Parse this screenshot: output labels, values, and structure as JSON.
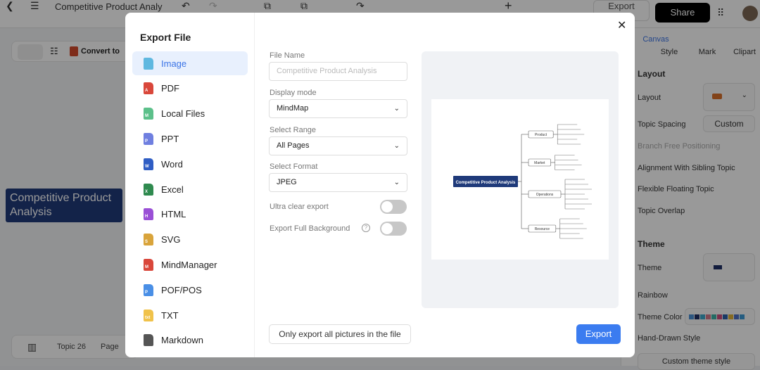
{
  "topbar": {
    "title": "Competitive Product Analy",
    "export_label": "Export",
    "share_label": "Share"
  },
  "toolbar": {
    "convert_label": "Convert to"
  },
  "canvas": {
    "central_topic": "Competitive Product Analysis"
  },
  "bottombar": {
    "topic_count": "Topic 26",
    "page_label": "Page"
  },
  "right_panel": {
    "tabs": [
      {
        "label": "Canvas"
      },
      {
        "label": "Style"
      },
      {
        "label": "Mark"
      },
      {
        "label": "Clipart"
      }
    ],
    "layout_heading": "Layout",
    "layout_label": "Layout",
    "topic_spacing_label": "Topic Spacing",
    "custom_label": "Custom",
    "branch_free": "Branch Free Positioning",
    "alignment": "Alignment With Sibling Topic",
    "flexible": "Flexible Floating Topic",
    "overlap": "Topic Overlap",
    "theme_heading": "Theme",
    "theme_label": "Theme",
    "rainbow_label": "Rainbow",
    "theme_color_label": "Theme Color",
    "hand_drawn": "Hand-Drawn Style",
    "custom_theme": "Custom theme style",
    "theme_colors": [
      "#4a8fd6",
      "#1e2f66",
      "#3aa7c9",
      "#d27a8a",
      "#3bb3a6",
      "#c94d7d",
      "#2a5fa8",
      "#e0b23a",
      "#4e6fc4",
      "#3c9ad6"
    ]
  },
  "dialog": {
    "title": "Export File",
    "formats": [
      {
        "label": "Image",
        "color": "#5fb8e0",
        "letter": ""
      },
      {
        "label": "PDF",
        "color": "#d9473b",
        "letter": "A"
      },
      {
        "label": "Local Files",
        "color": "#5cc08a",
        "letter": "M"
      },
      {
        "label": "PPT",
        "color": "#6f7fe0",
        "letter": "P"
      },
      {
        "label": "Word",
        "color": "#2f5dc4",
        "letter": "W"
      },
      {
        "label": "Excel",
        "color": "#2f8a4f",
        "letter": "X"
      },
      {
        "label": "HTML",
        "color": "#9a4fd6",
        "letter": "H"
      },
      {
        "label": "SVG",
        "color": "#d9a43b",
        "letter": "S"
      },
      {
        "label": "MindManager",
        "color": "#d9473b",
        "letter": "M"
      },
      {
        "label": "POF/POS",
        "color": "#4a8fe6",
        "letter": "P"
      },
      {
        "label": "TXT",
        "color": "#f0c24a",
        "letter": "txt"
      },
      {
        "label": "Markdown",
        "color": "#555555",
        "letter": ""
      }
    ],
    "selected_format": "Image",
    "file_name_label": "File Name",
    "file_name_placeholder": "Competitive Product Analysis",
    "display_mode_label": "Display mode",
    "display_mode_value": "MindMap",
    "select_range_label": "Select Range",
    "select_range_value": "All Pages",
    "select_format_label": "Select Format",
    "select_format_value": "JPEG",
    "ultra_clear_label": "Ultra clear export",
    "ultra_clear_on": false,
    "full_bg_label": "Export Full Background",
    "full_bg_on": false,
    "only_pictures_label": "Only export all pictures in the file",
    "export_label": "Export",
    "preview": {
      "central": "Competitive Product Analysis",
      "branches": [
        {
          "label": "Product",
          "children": 5
        },
        {
          "label": "Market",
          "children": 4
        },
        {
          "label": "Operations",
          "children": 7
        },
        {
          "label": "Resource",
          "children": 5
        }
      ]
    }
  }
}
